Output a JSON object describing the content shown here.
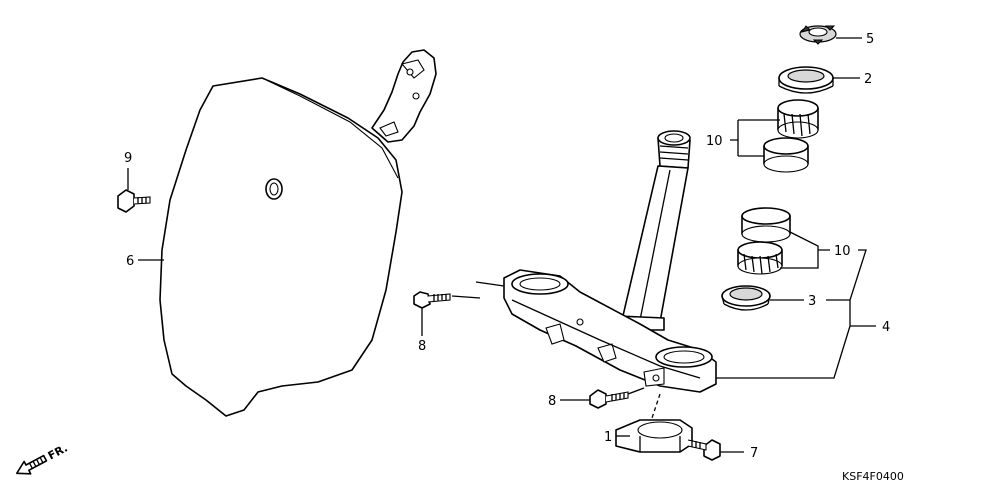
{
  "callouts": {
    "c1": "1",
    "c2": "2",
    "c3": "3",
    "c4": "4",
    "c5": "5",
    "c6": "6",
    "c7": "7",
    "c8a": "8",
    "c8b": "8",
    "c9": "9",
    "c10a": "10",
    "c10b": "10"
  },
  "direction_label": "FR.",
  "diagram_code": "KSF4F0400"
}
